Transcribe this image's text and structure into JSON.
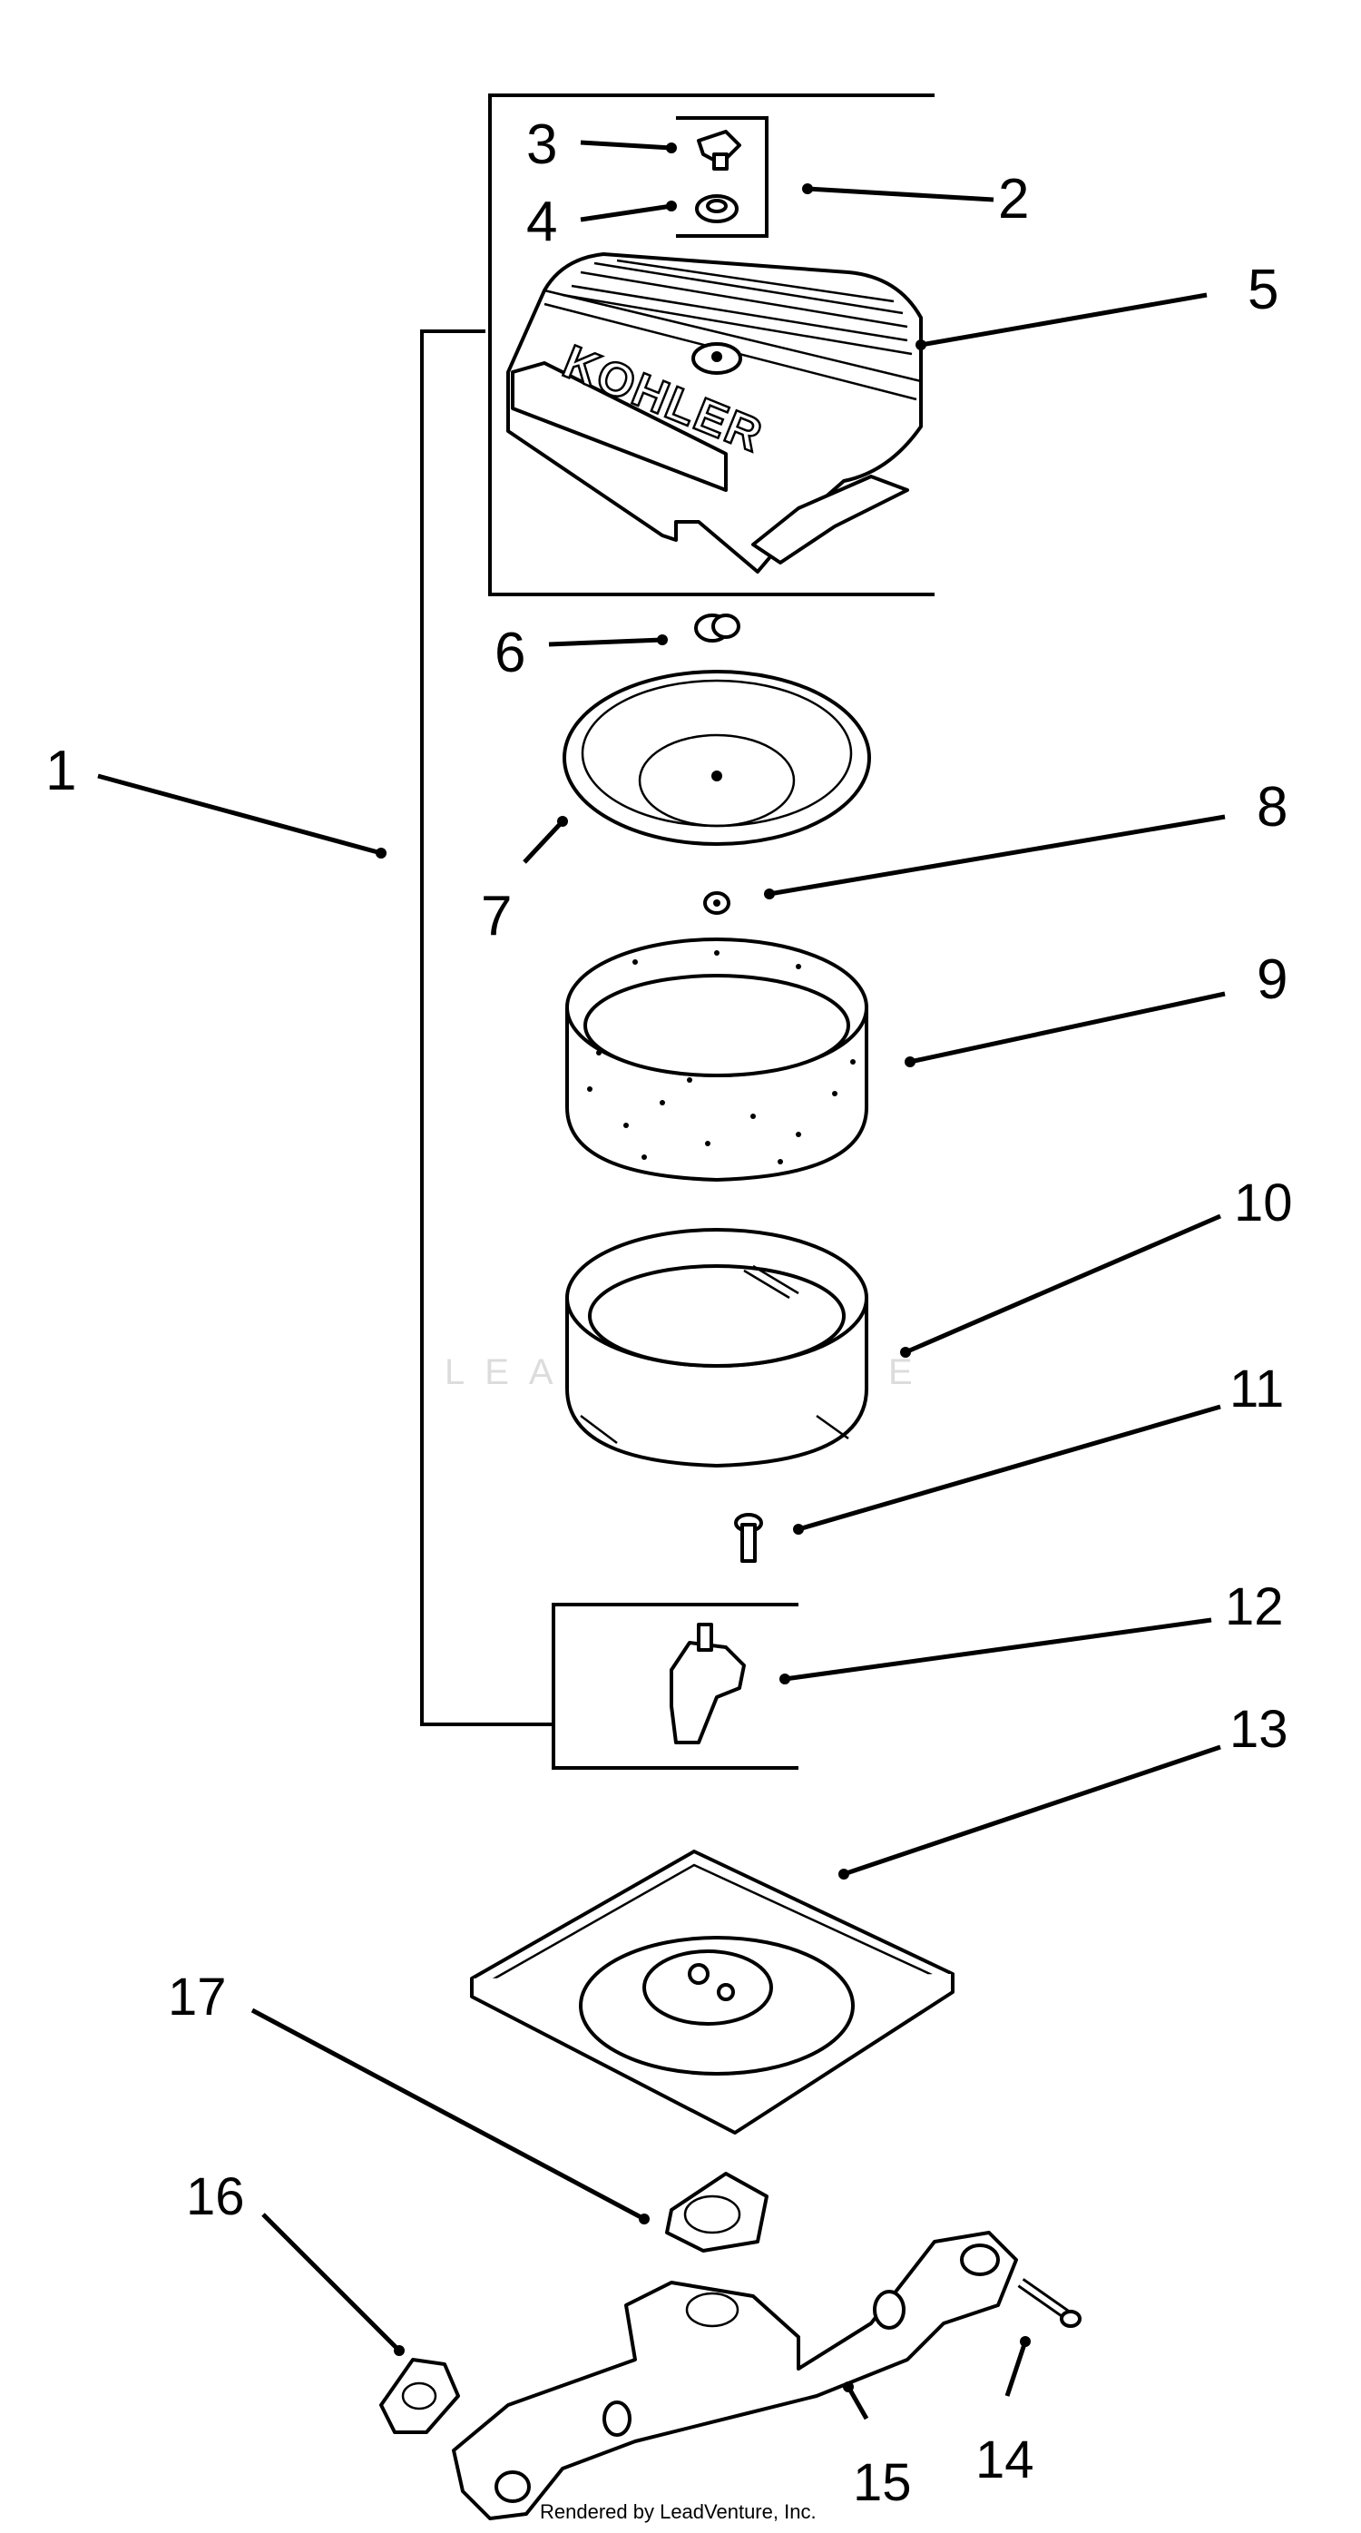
{
  "callouts": [
    {
      "n": "1",
      "text": "1"
    },
    {
      "n": "2",
      "text": "2"
    },
    {
      "n": "3",
      "text": "3"
    },
    {
      "n": "4",
      "text": "4"
    },
    {
      "n": "5",
      "text": "5"
    },
    {
      "n": "6",
      "text": "6"
    },
    {
      "n": "7",
      "text": "7"
    },
    {
      "n": "8",
      "text": "8"
    },
    {
      "n": "9",
      "text": "9"
    },
    {
      "n": "10",
      "text": "10"
    },
    {
      "n": "11",
      "text": "11"
    },
    {
      "n": "12",
      "text": "12"
    },
    {
      "n": "13",
      "text": "13"
    },
    {
      "n": "14",
      "text": "14"
    },
    {
      "n": "15",
      "text": "15"
    },
    {
      "n": "16",
      "text": "16"
    },
    {
      "n": "17",
      "text": "17"
    }
  ],
  "cover_brand": "KOHLER",
  "watermark": "LEADVENTURE",
  "footer": "Rendered by LeadVenture, Inc."
}
